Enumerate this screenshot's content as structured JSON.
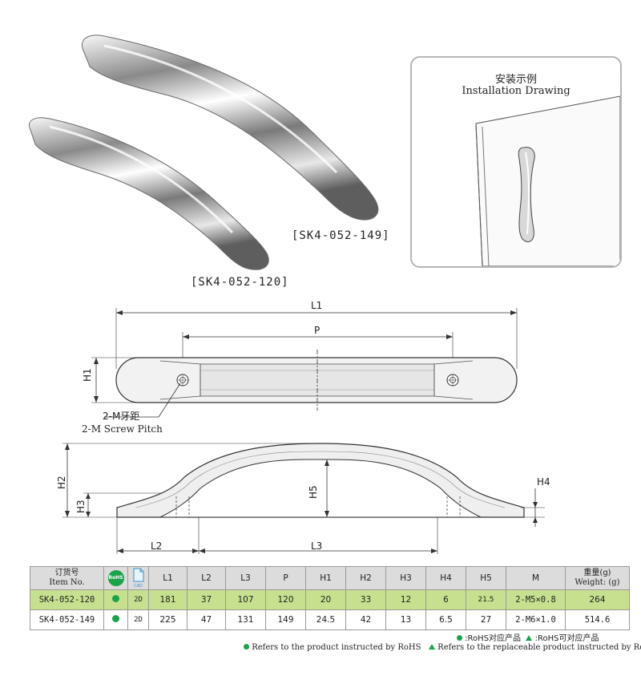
{
  "products": {
    "large_label": "[SK4-052-149]",
    "small_label": "[SK4-052-120]"
  },
  "installation": {
    "title_cn": "安装示例",
    "title_en": "Installation Drawing"
  },
  "drawing": {
    "L1": "L1",
    "P": "P",
    "H1": "H1",
    "H2": "H2",
    "H3": "H3",
    "H4": "H4",
    "H5": "H5",
    "L2": "L2",
    "L3": "L3",
    "screw_cn": "2-M牙距",
    "screw_en": "2-M Screw Pitch"
  },
  "table": {
    "headers": {
      "item_cn": "订货号",
      "item_en": "Item No.",
      "rohs_icon": "RoHS",
      "cad_icon": "CAD",
      "L1": "L1",
      "L2": "L2",
      "L3": "L3",
      "P": "P",
      "H1": "H1",
      "H2": "H2",
      "H3": "H3",
      "H4": "H4",
      "H5": "H5",
      "M": "M",
      "weight_cn": "重量(g)",
      "weight_en": "Weight: (g)"
    },
    "rows": [
      {
        "item": "SK4-052-120",
        "cad": "2D",
        "L1": "181",
        "L2": "37",
        "L3": "107",
        "P": "120",
        "H1": "20",
        "H2": "33",
        "H3": "12",
        "H4": "6",
        "H5": "21.5",
        "M": "2-M5×0.8",
        "weight": "264"
      },
      {
        "item": "SK4-052-149",
        "cad": "2D",
        "L1": "225",
        "L2": "47",
        "L3": "131",
        "P": "149",
        "H1": "24.5",
        "H2": "42",
        "H3": "13",
        "H4": "6.5",
        "H5": "27",
        "M": "2-M6×1.0",
        "weight": "514.6"
      }
    ]
  },
  "legend": {
    "rohs_cn": ":RoHS对应产品",
    "replace_cn": ":RoHS可对应产品",
    "rohs_en": "Refers to the product instructed by RoHS",
    "replace_en": "Refers to the replaceable product instructed by RoHS"
  },
  "colors": {
    "rohs_green": "#1aa34a",
    "row_highlight": "#c7e08f",
    "header_gray": "#dcdcdc"
  }
}
